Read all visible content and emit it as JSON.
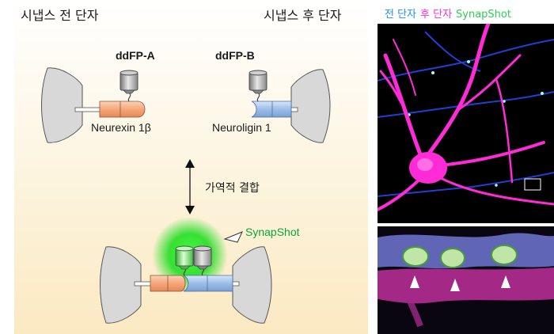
{
  "headers": {
    "presynaptic": "시냅스 전 단자",
    "postsynaptic": "시냅스 후 단자"
  },
  "fluorophores": {
    "a": "ddFP-A",
    "b": "ddFP-B"
  },
  "proteins": {
    "neurexin": "Neurexin 1β",
    "neuroligin": "Neuroligin 1"
  },
  "binding_label": "가역적 결합",
  "snapshot_label": "SynapShot",
  "legend": {
    "pre": "전 단자",
    "post": "후 단자",
    "snapshot": "SynapShot"
  },
  "colors": {
    "pre": "#1e90ff",
    "post": "#ff2bd6",
    "snapshot": "#2ecc55",
    "neurexin": "#f6a77a",
    "neuroligin": "#9cbde8",
    "glow": "#22dd22"
  }
}
